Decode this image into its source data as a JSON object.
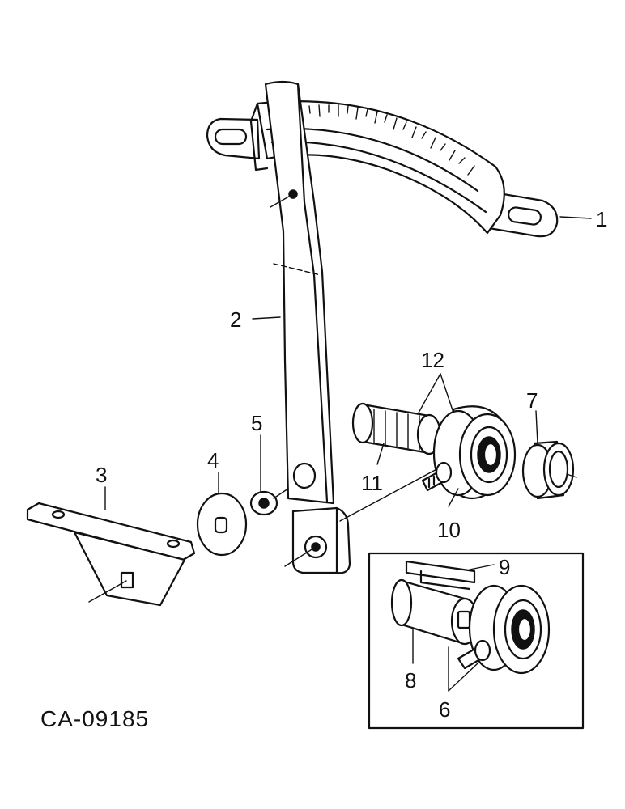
{
  "figure_code": "CA-09185",
  "callouts": {
    "c1": "1",
    "c2": "2",
    "c3": "3",
    "c4": "4",
    "c5": "5",
    "c6": "6",
    "c7": "7",
    "c8": "8",
    "c9": "9",
    "c10": "10",
    "c11": "11",
    "c12": "12"
  }
}
